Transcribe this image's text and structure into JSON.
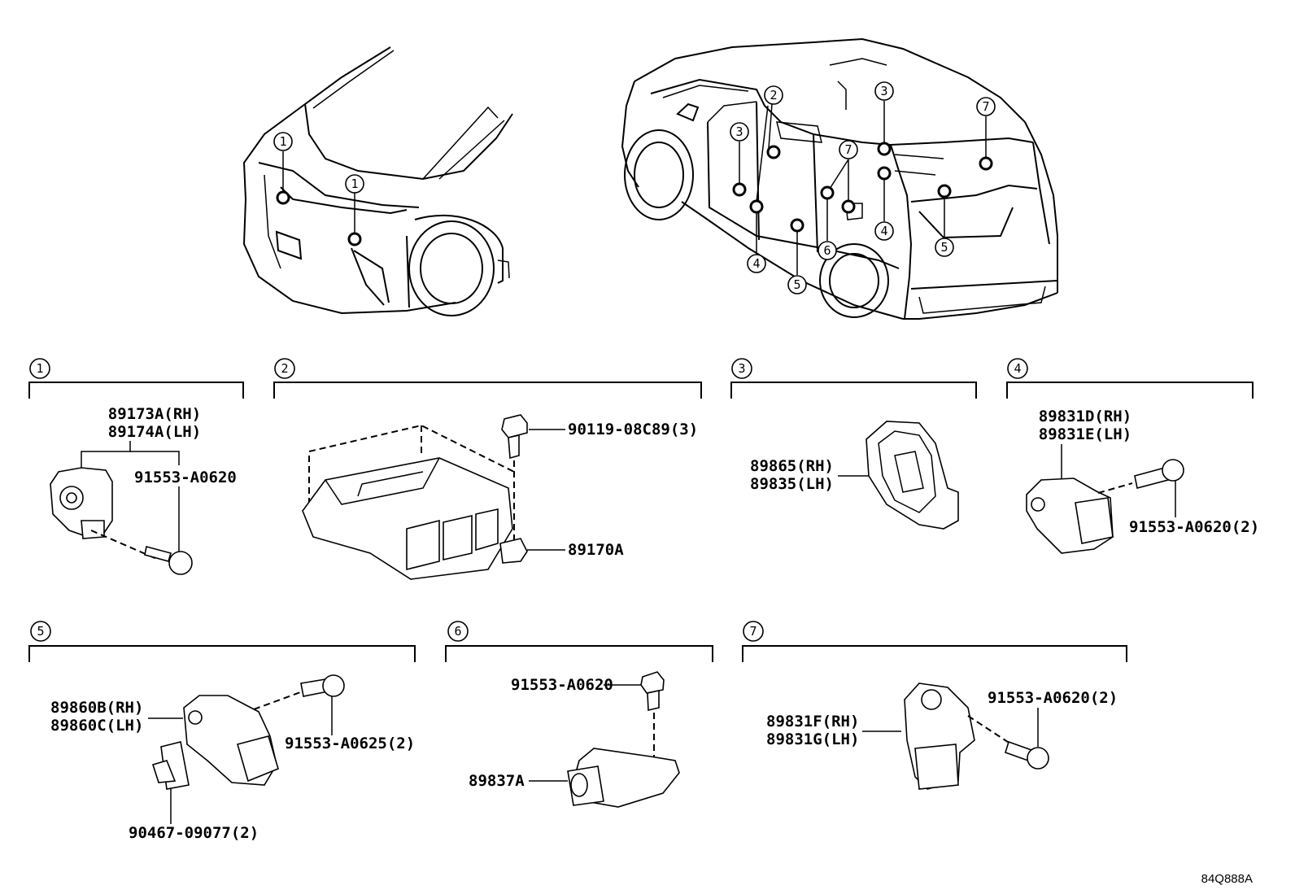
{
  "callout_numbers": [
    "1",
    "2",
    "3",
    "4",
    "5",
    "6",
    "7"
  ],
  "groups": {
    "g1": {
      "num": "1",
      "part": [
        "89173A(RH)",
        "89174A(LH)"
      ],
      "bolt": "91553-A0620"
    },
    "g2": {
      "num": "2",
      "bolt": "90119-08C89(3)",
      "unit": "89170A"
    },
    "g3": {
      "num": "3",
      "part": [
        "89865(RH)",
        "89835(LH)"
      ]
    },
    "g4": {
      "num": "4",
      "part": [
        "89831D(RH)",
        "89831E(LH)"
      ],
      "bolt": "91553-A0620(2)"
    },
    "g5": {
      "num": "5",
      "part": [
        "89860B(RH)",
        "89860C(LH)"
      ],
      "bolt": "91553-A0625(2)",
      "clip": "90467-09077(2)"
    },
    "g6": {
      "num": "6",
      "bolt": "91553-A0620",
      "part": "89837A"
    },
    "g7": {
      "num": "7",
      "bolt": "91553-A0620(2)",
      "part": [
        "89831F(RH)",
        "89831G(LH)"
      ]
    }
  },
  "diagram_code": "84Q888A"
}
